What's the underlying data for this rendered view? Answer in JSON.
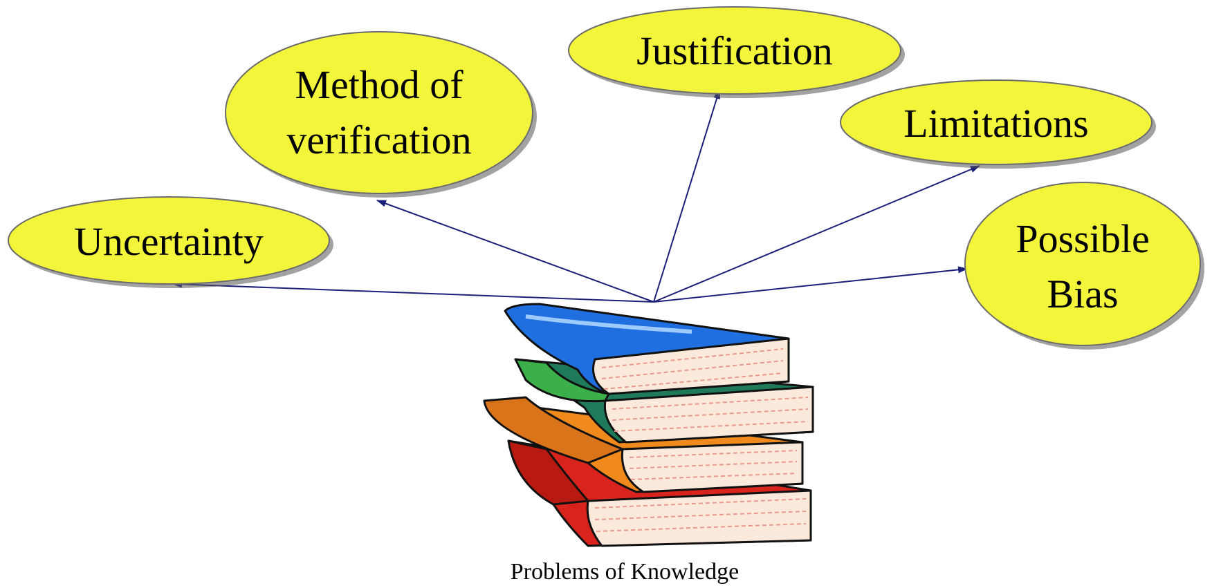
{
  "diagram": {
    "caption": "Problems of Knowledge",
    "nodes": [
      {
        "id": "justification",
        "lines": [
          "Justification"
        ]
      },
      {
        "id": "method",
        "lines": [
          "Method of",
          "verification"
        ]
      },
      {
        "id": "limitations",
        "lines": [
          "Limitations"
        ]
      },
      {
        "id": "uncertainty",
        "lines": [
          "Uncertainty"
        ]
      },
      {
        "id": "bias",
        "lines": [
          "Possible",
          "Bias"
        ]
      }
    ],
    "colors": {
      "bubble_fill": "#f2f53a",
      "bubble_stroke": "#6b6b6b",
      "arrow": "#1c1f7a",
      "book_blue": "#1f6fe0",
      "book_green": "#1f7a5a",
      "book_orange": "#f08a1c",
      "book_red": "#d8241c",
      "pages": "#fbe9dc"
    },
    "icon": "stack-of-books-icon"
  }
}
